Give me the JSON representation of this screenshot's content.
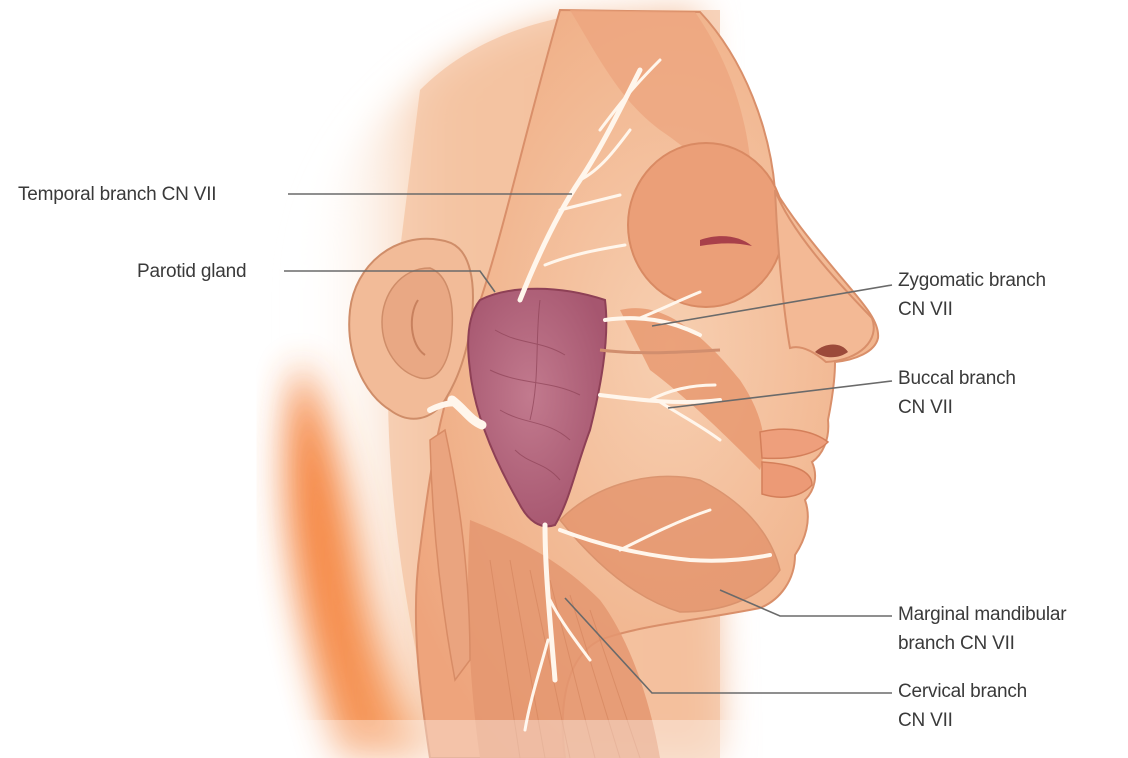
{
  "labels": {
    "temporal": [
      "Temporal branch CN VII"
    ],
    "parotid": [
      "Parotid gland"
    ],
    "zygomatic": [
      "Zygomatic branch",
      "CN VII"
    ],
    "buccal": [
      "Buccal branch",
      "CN VII"
    ],
    "marginal": [
      "Marginal mandibular",
      "branch CN VII"
    ],
    "cervical": [
      "Cervical branch",
      "CN VII"
    ]
  },
  "colors": {
    "skin": "#f0b48e",
    "muscle": "#e49a72",
    "parotid": "#b4607a",
    "nerve": "#fff6ec",
    "leader": "#6a6a6a"
  }
}
